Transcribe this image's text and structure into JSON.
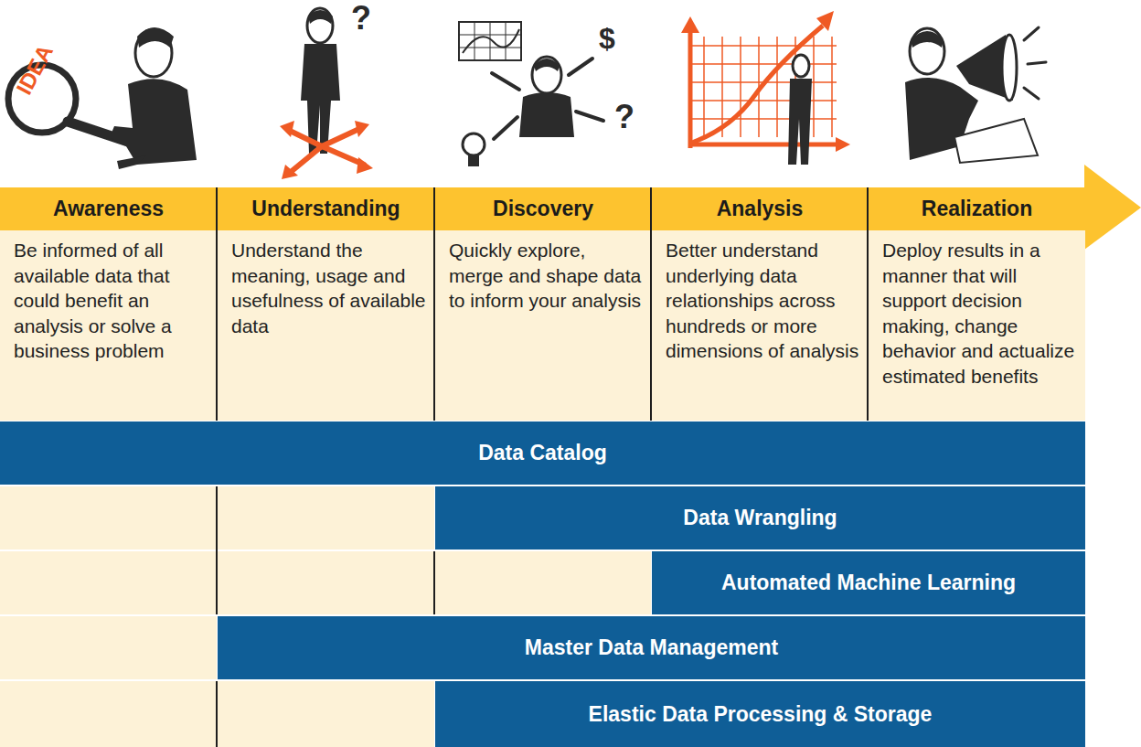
{
  "diagram": {
    "nodes": [
      {
        "text": [
          "Awareness",
          "Be informed of all available data that could benefit an analysis or solve a business problem"
        ]
      },
      {
        "text": [
          "Understanding",
          "Understand the meaning, usage and usefulness of available data"
        ]
      },
      {
        "text": [
          "Discovery",
          "Quickly explore, merge and shape data to inform your analysis"
        ]
      },
      {
        "text": [
          "Analysis",
          "Better understand underlying data relationships across hundreds or more dimensions of analysis"
        ]
      },
      {
        "text": [
          "Realization",
          "Deploy results in a manner that will support decision making, change behavior and actualize estimated benefits"
        ]
      },
      {
        "text": [
          "Data Catalog"
        ]
      },
      {
        "text": [
          "Data Wrangling"
        ]
      },
      {
        "text": [
          "Automated Machine Learning"
        ]
      },
      {
        "text": [
          "Master Data Management"
        ]
      },
      {
        "text": [
          "Elastic Data Processing & Storage"
        ]
      }
    ],
    "labels": [
      "IDEA",
      "?",
      "$",
      "?"
    ]
  }
}
